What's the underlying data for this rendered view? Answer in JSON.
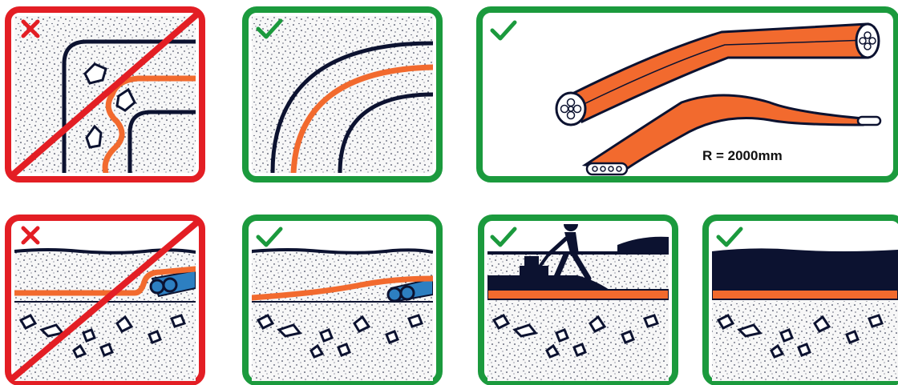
{
  "colors": {
    "bad": "#e31e24",
    "good": "#1b9a3d",
    "cable": "#f26a2e",
    "pipe": "#2d7fc1",
    "ink": "#0c1230",
    "soil": "#f7f7f7"
  },
  "icons": {
    "bad_mark": "cross-icon",
    "good_mark": "check-icon"
  },
  "panels": [
    {
      "id": "sharp-bend-with-stones",
      "verdict": "incorrect"
    },
    {
      "id": "gentle-bend-in-channel",
      "verdict": "correct"
    },
    {
      "id": "cable-bend-radius",
      "verdict": "correct",
      "radius_label": "R = 2000mm"
    },
    {
      "id": "cable-over-pipes-unprotected",
      "verdict": "incorrect"
    },
    {
      "id": "cable-ramped-over-pipes",
      "verdict": "correct"
    },
    {
      "id": "backfill-and-compact",
      "verdict": "correct"
    },
    {
      "id": "asphalt-surface-restored",
      "verdict": "correct"
    }
  ]
}
